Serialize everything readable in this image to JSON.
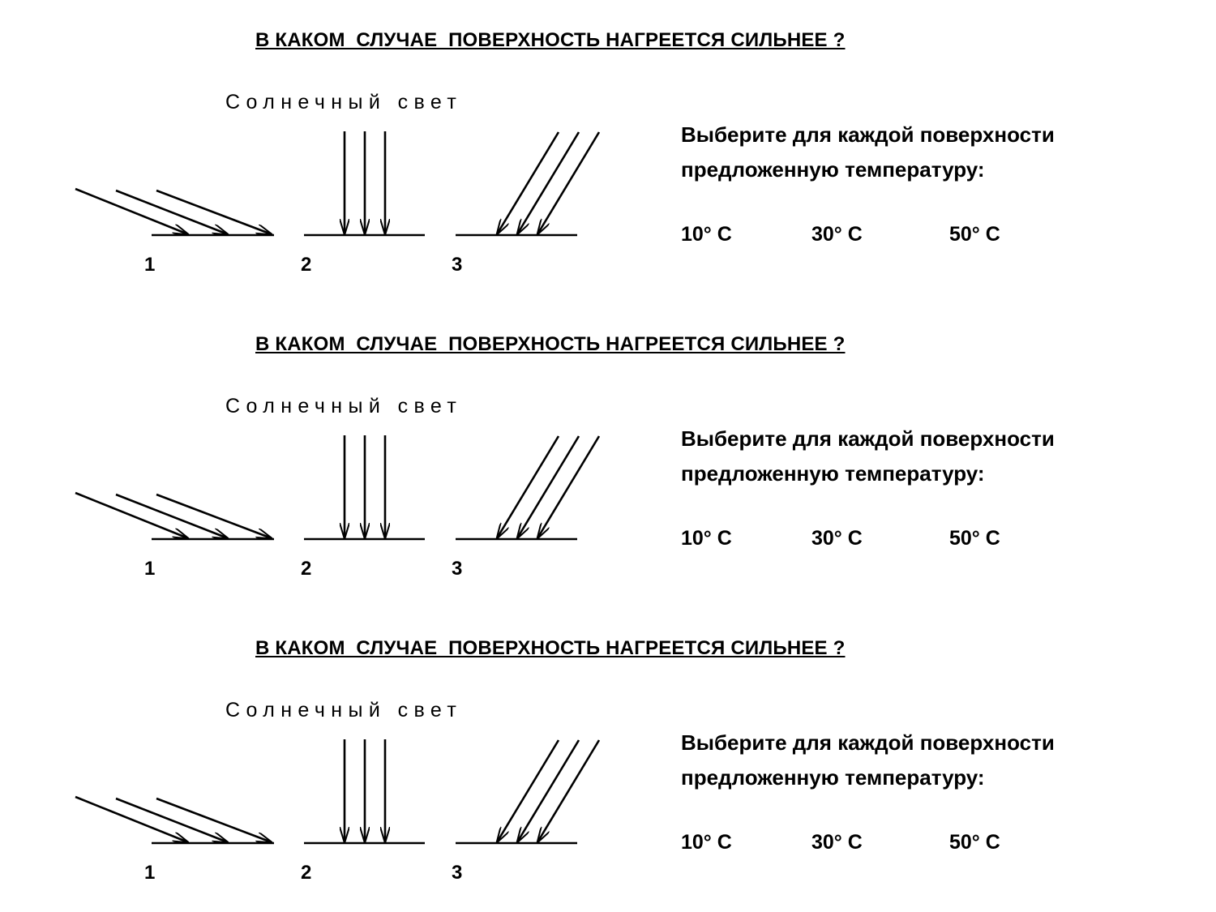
{
  "question": "В КАКОМ  СЛУЧАЕ  ПОВЕРХНОСТЬ НАГРЕЕТСЯ СИЛЬНЕЕ ?",
  "sun_label": "Солнечный свет",
  "surfaces": [
    "1",
    "2",
    "3"
  ],
  "instruction": {
    "line1": "Выберите для каждой поверхности",
    "line2": "предложенную температуру:"
  },
  "temperatures": [
    "10° C",
    "30° C",
    "50° C"
  ],
  "repeat_count": 3,
  "colors": {
    "ink": "#000000",
    "background": "#ffffff"
  }
}
